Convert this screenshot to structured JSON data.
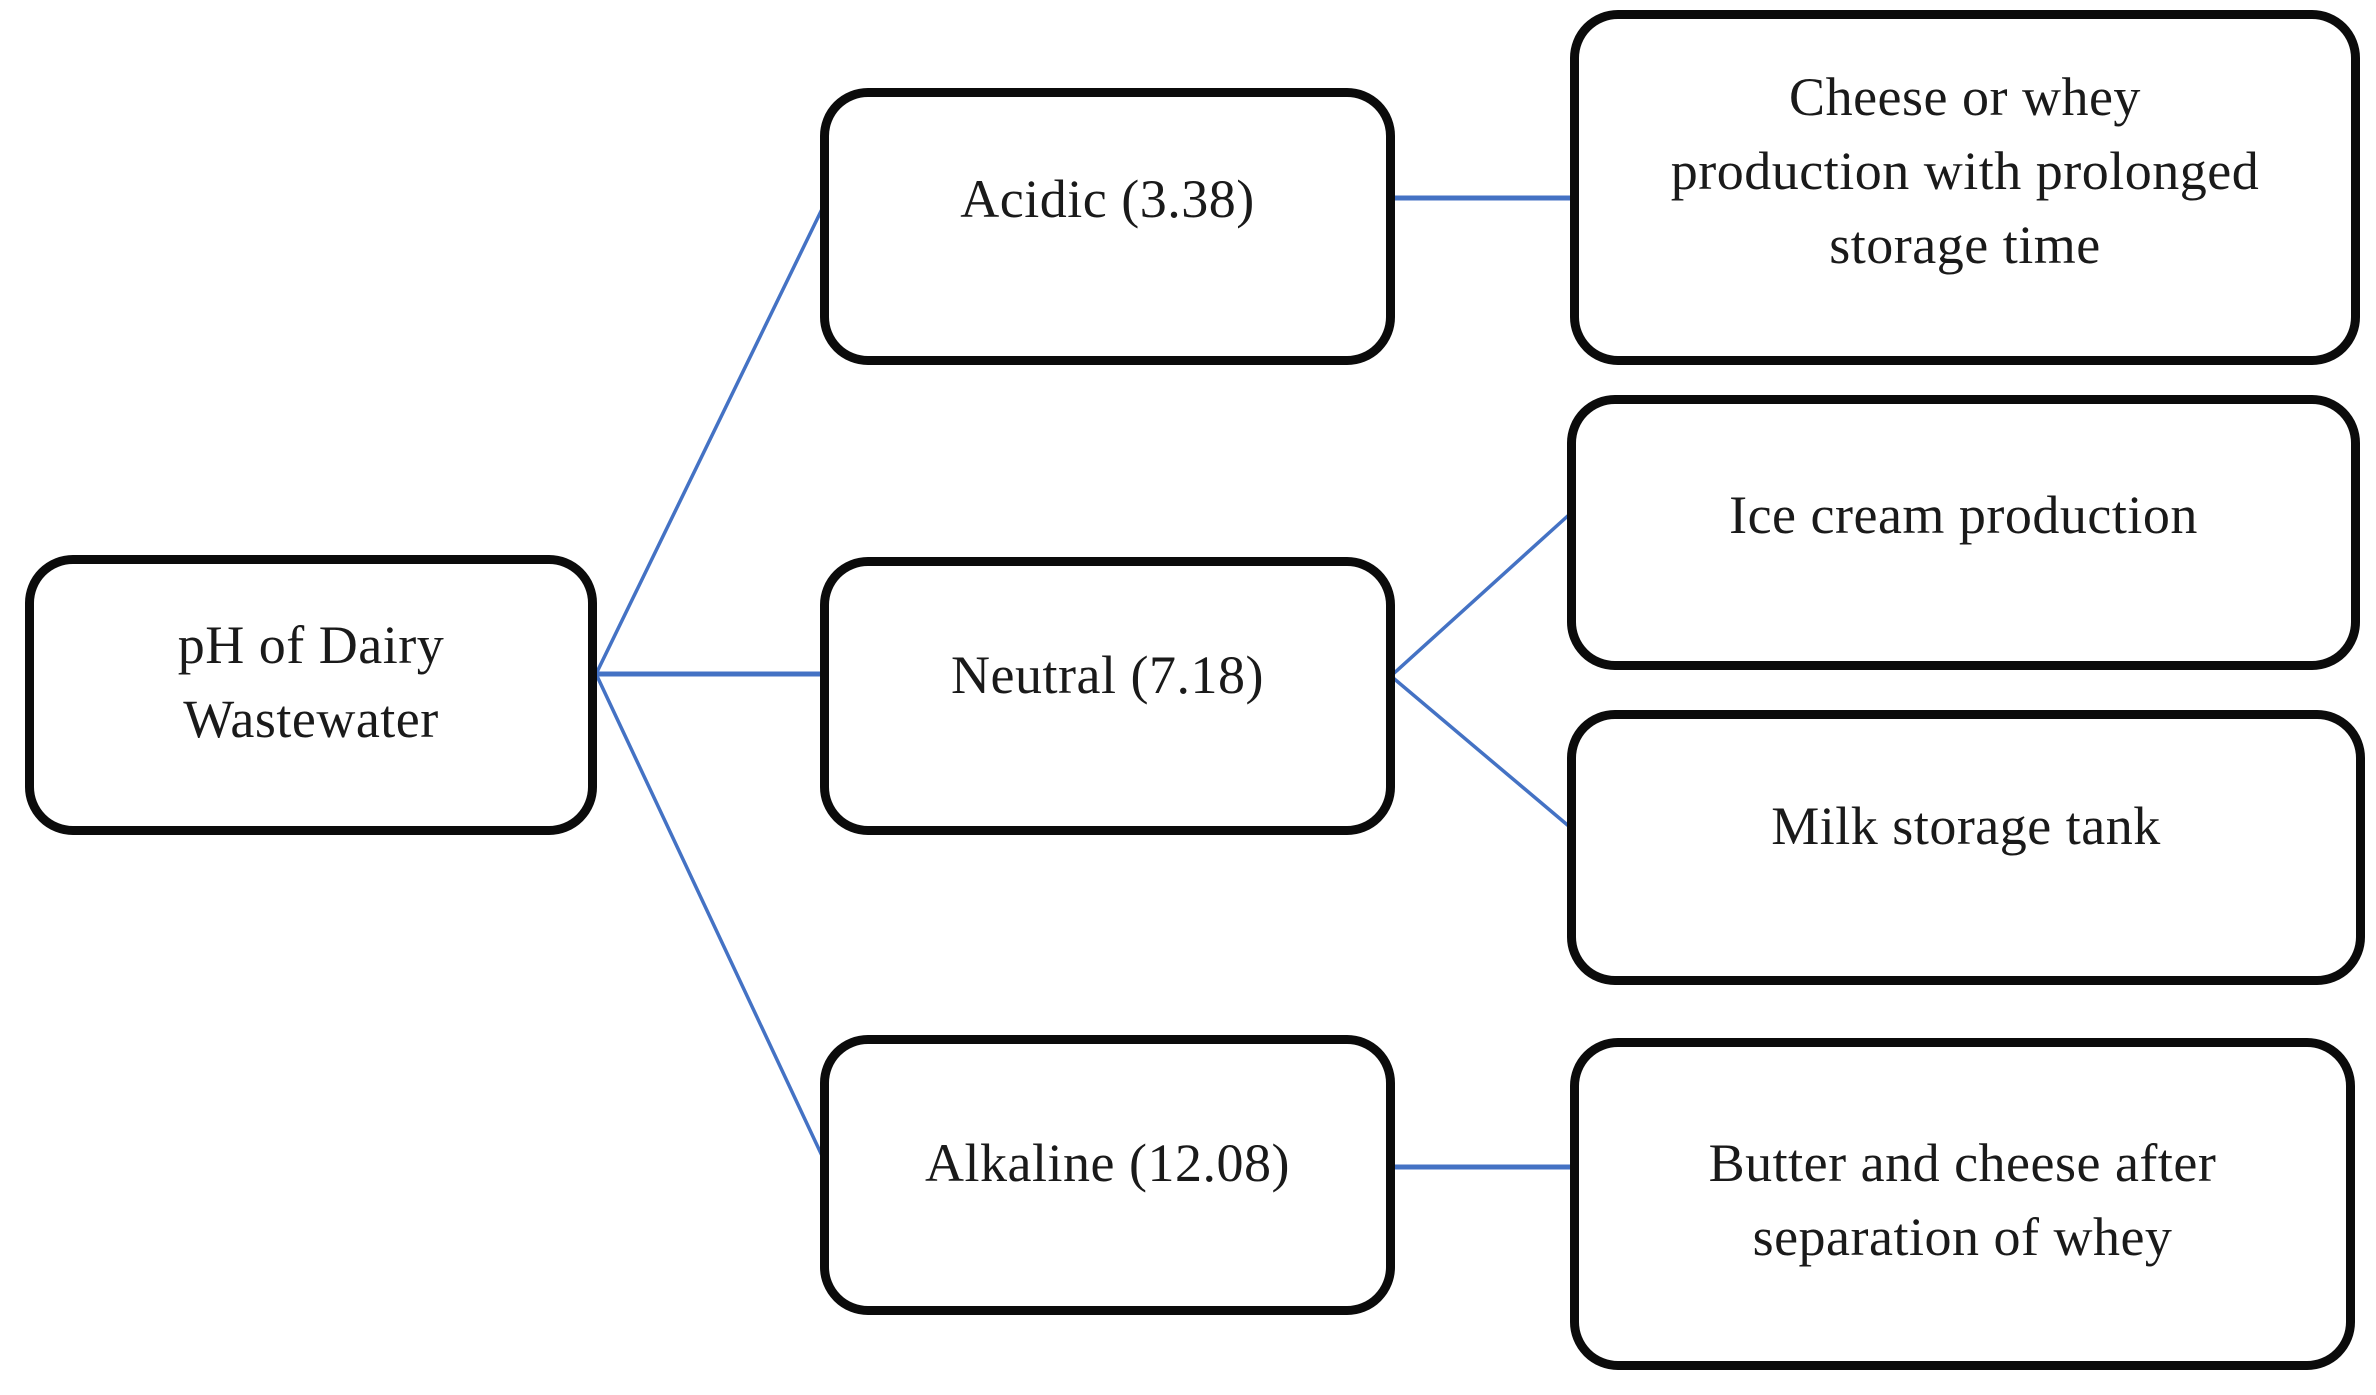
{
  "diagram": {
    "type": "tree",
    "direction": "left-to-right",
    "nodes": {
      "root": {
        "label": "pH of Dairy Wastewater",
        "lines": [
          "pH of Dairy",
          "Wastewater"
        ]
      },
      "acidic": {
        "label": "Acidic (3.38)",
        "lines": [
          "Acidic (3.38)"
        ],
        "ph_value": "3.38"
      },
      "neutral": {
        "label": "Neutral (7.18)",
        "lines": [
          "Neutral (7.18)"
        ],
        "ph_value": "7.18"
      },
      "alkaline": {
        "label": "Alkaline (12.08)",
        "lines": [
          "Alkaline (12.08)"
        ],
        "ph_value": "12.08"
      },
      "cheese_whey": {
        "label": "Cheese or whey production with prolonged storage time",
        "lines": [
          "Cheese or whey",
          "production with prolonged",
          "storage time"
        ]
      },
      "ice_cream": {
        "label": "Ice cream production",
        "lines": [
          "Ice cream production"
        ]
      },
      "milk_storage": {
        "label": "Milk storage tank",
        "lines": [
          "Milk storage tank"
        ]
      },
      "butter_cheese": {
        "label": "Butter and cheese after separation of whey",
        "lines": [
          "Butter and cheese after",
          "separation of whey"
        ]
      }
    },
    "edges": [
      {
        "from": "root",
        "to": "acidic"
      },
      {
        "from": "root",
        "to": "neutral"
      },
      {
        "from": "root",
        "to": "alkaline"
      },
      {
        "from": "acidic",
        "to": "cheese_whey"
      },
      {
        "from": "neutral",
        "to": "ice_cream"
      },
      {
        "from": "neutral",
        "to": "milk_storage"
      },
      {
        "from": "alkaline",
        "to": "butter_cheese"
      }
    ],
    "colors": {
      "connector_blue": "#4472c4",
      "node_border": "#0b0b0b",
      "node_fill": "#ffffff",
      "text": "#1a1a1a",
      "background": "#ffffff"
    }
  }
}
